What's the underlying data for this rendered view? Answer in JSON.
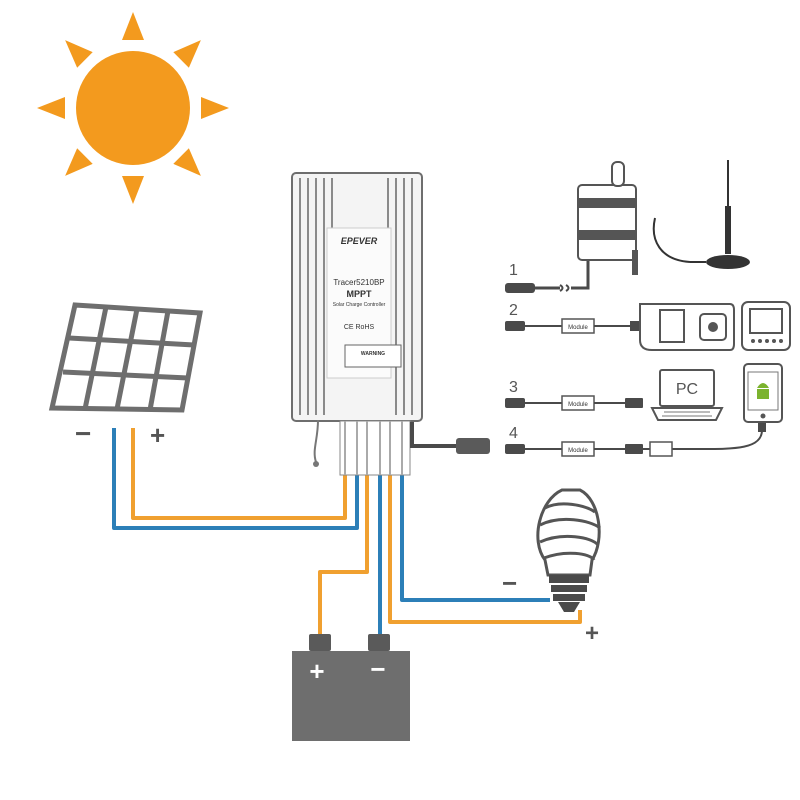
{
  "colors": {
    "sun": "#f39a1e",
    "wire_positive": "#f0a030",
    "wire_negative": "#2c7fb8",
    "device_gray": "#6e6e6e",
    "device_dark": "#4a4a4a"
  },
  "controller": {
    "brand": "EPEVER",
    "model": "Tracer5210BP",
    "type": "MPPT",
    "subtitle": "Solar Charge Controller",
    "certs": "CE RoHS",
    "warning": "WARNING"
  },
  "panel_terminals": {
    "neg": "−",
    "pos": "+"
  },
  "battery_terminals": {
    "pos": "+",
    "neg": "−"
  },
  "load_terminals": {
    "neg": "−",
    "pos": "+"
  },
  "comm_options": [
    {
      "num": "1",
      "module": ""
    },
    {
      "num": "2",
      "module": "Module"
    },
    {
      "num": "3",
      "module": "Module"
    },
    {
      "num": "4",
      "module": "Module"
    }
  ],
  "pc_label": "PC",
  "icons": {
    "sun": "sun-icon",
    "panel": "solar-panel-icon",
    "battery": "battery-icon",
    "bulb": "light-bulb-icon",
    "wifi": "wifi-adapter-icon",
    "antenna": "antenna-icon",
    "display": "remote-display-icon",
    "meter": "remote-meter-icon",
    "laptop": "laptop-icon",
    "phone": "android-phone-icon"
  }
}
